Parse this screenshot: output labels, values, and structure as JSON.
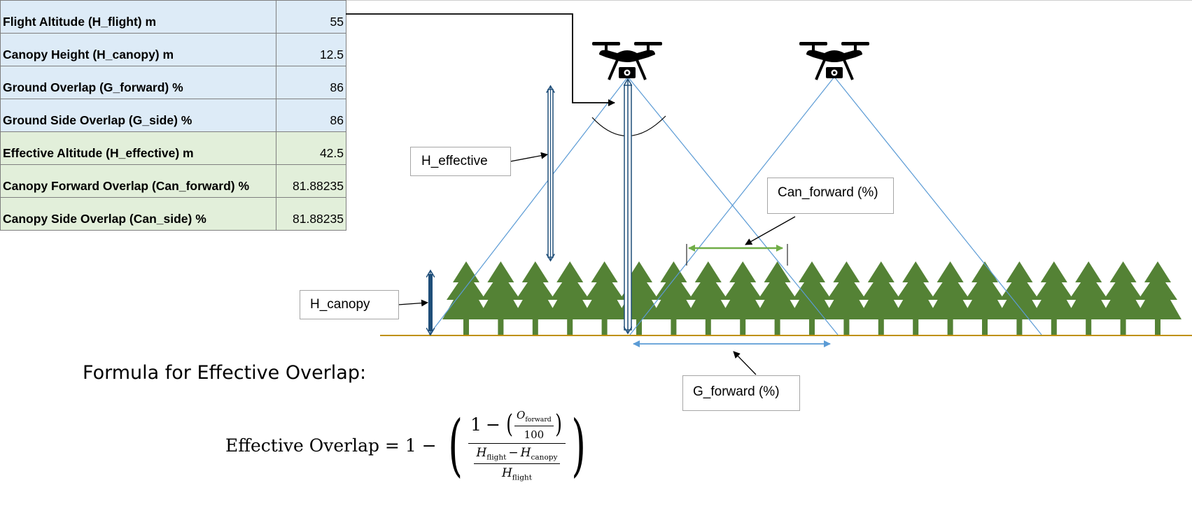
{
  "table": {
    "rows": [
      {
        "label": "Flight Altitude (H_flight) m",
        "value": "55",
        "group": "input"
      },
      {
        "label": "Canopy Height (H_canopy) m",
        "value": "12.5",
        "group": "input"
      },
      {
        "label": "Ground Overlap (G_forward) %",
        "value": "86",
        "group": "input"
      },
      {
        "label": "Ground Side Overlap (G_side) %",
        "value": "86",
        "group": "input"
      },
      {
        "label": "Effective Altitude (H_effective) m",
        "value": "42.5",
        "group": "output"
      },
      {
        "label": "Canopy Forward Overlap (Can_forward) %",
        "value": "81.88235",
        "group": "output"
      },
      {
        "label": "Canopy Side  Overlap (Can_side) %",
        "value": "81.88235",
        "group": "output"
      }
    ]
  },
  "labels": {
    "h_effective": "H_effective",
    "h_canopy": "H_canopy",
    "can_forward": "Can_forward (%)",
    "g_forward": "G_forward (%)"
  },
  "formula": {
    "title": "Formula for Effective Overlap:",
    "lhs": "Effective Overlap = 1",
    "one": "1",
    "o_sym": "O",
    "o_sub": "forward",
    "hundred": "100",
    "h_sym": "H",
    "flight_sub": "flight",
    "canopy_sub": "canopy"
  },
  "colors": {
    "input_fill": "#ddebf7",
    "output_fill": "#e2efda",
    "tree": "#548235",
    "ground": "#bf9000",
    "ray": "#5b9bd5",
    "can_arrow": "#70ad47",
    "pillar": "#1f4e79"
  },
  "icons": [
    "drone-icon",
    "tree-icon"
  ],
  "tree_count": 21
}
